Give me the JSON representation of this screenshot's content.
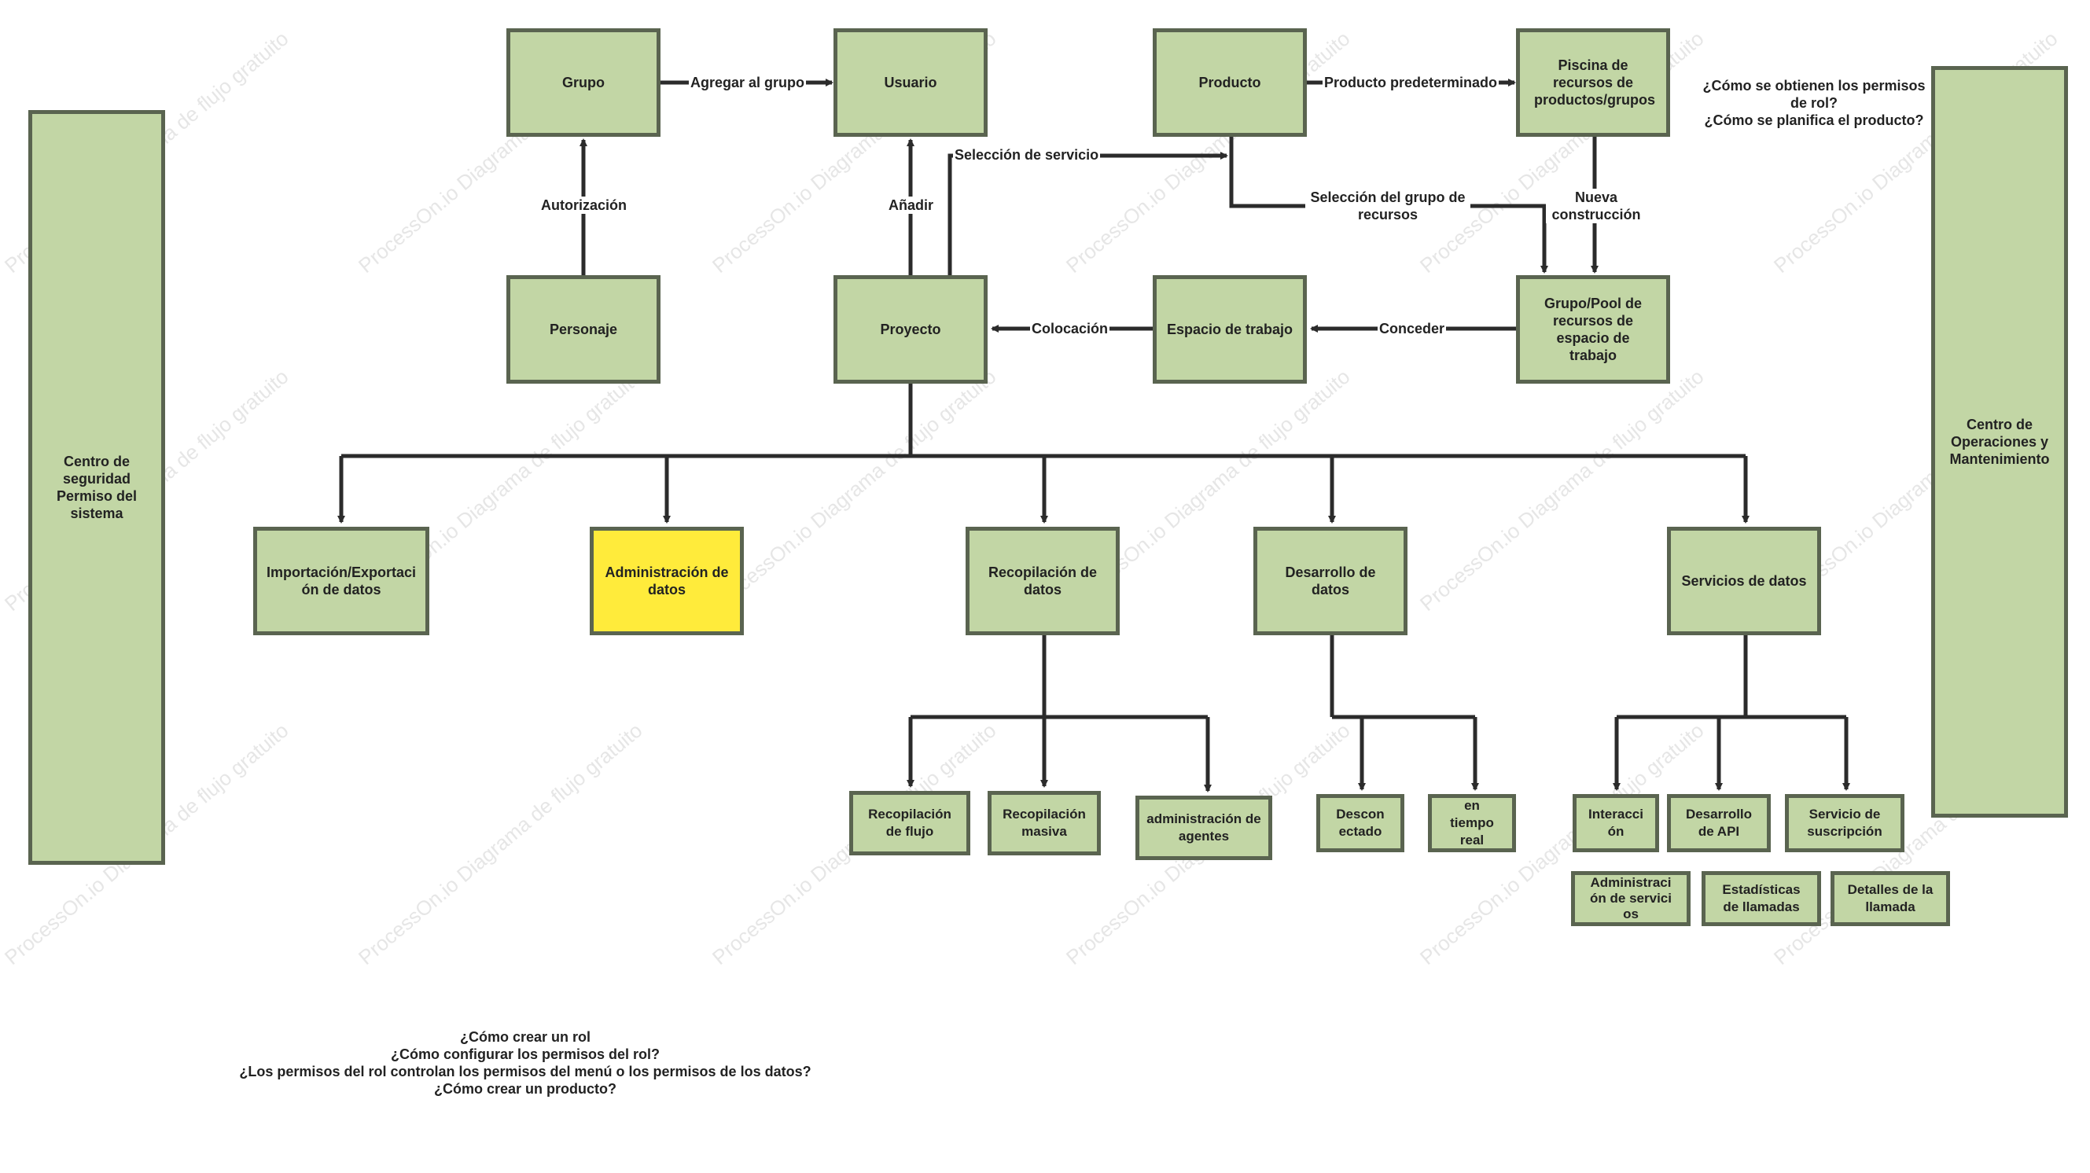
{
  "colors": {
    "node_fill": "#c2d6a5",
    "node_border": "#5a6450",
    "highlight_fill": "#ffeb3b",
    "edge": "#2b2b2b",
    "text": "#222222",
    "watermark": "#e6e6e6"
  },
  "watermark": "ProcessOn.io Diagrama de flujo gratuito",
  "nodes": {
    "centro_seguridad": "Centro de seguridad Permiso del sistema",
    "centro_operaciones": "Centro de Operaciones y Mantenimiento",
    "grupo": "Grupo",
    "usuario": "Usuario",
    "producto": "Producto",
    "piscina": "Piscina de recursos de productos/grupos",
    "personaje": "Personaje",
    "proyecto": "Proyecto",
    "espacio_trabajo": "Espacio de trabajo",
    "grupo_pool": "Grupo/Pool de recursos de espacio de trabajo",
    "importacion": "Importación/Exportación de datos",
    "administracion_datos": "Administración de datos",
    "recopilacion_datos": "Recopilación de datos",
    "desarrollo_datos": "Desarrollo de datos",
    "servicios_datos": "Servicios de datos",
    "recopilacion_flujo": "Recopilación de flujo",
    "recopilacion_masiva": "Recopilación masiva",
    "administracion_agentes": "administración de agentes",
    "desconectado": "Desconectado",
    "tiempo_real": "en tiempo real",
    "interaccion": "Interacción",
    "desarrollo_api": "Desarrollo de API",
    "servicio_suscripcion": "Servicio de suscripción",
    "administracion_servicios": "Administración de servicios",
    "estadisticas_llamadas": "Estadísticas de llamadas",
    "detalles_llamada": "Detalles de la llamada"
  },
  "edge_labels": {
    "agregar_grupo": "Agregar al grupo",
    "producto_predeterminado": "Producto predeterminado",
    "autorizacion": "Autorización",
    "anadir": "Añadir",
    "seleccion_servicio": "Selección de servicio",
    "seleccion_grupo_recursos": "Selección del grupo de recursos",
    "nueva_construccion": "Nueva construcción",
    "colocacion": "Colocación",
    "conceder": "Conceder"
  },
  "notes": {
    "top_right": "¿Cómo se obtienen los permisos de rol?\n¿Cómo se planifica el producto?",
    "bottom": "¿Cómo crear un rol\n¿Cómo configurar los permisos del rol?\n¿Los permisos del rol controlan los permisos del menú o los permisos de los datos?\n¿Cómo crear un producto?"
  }
}
